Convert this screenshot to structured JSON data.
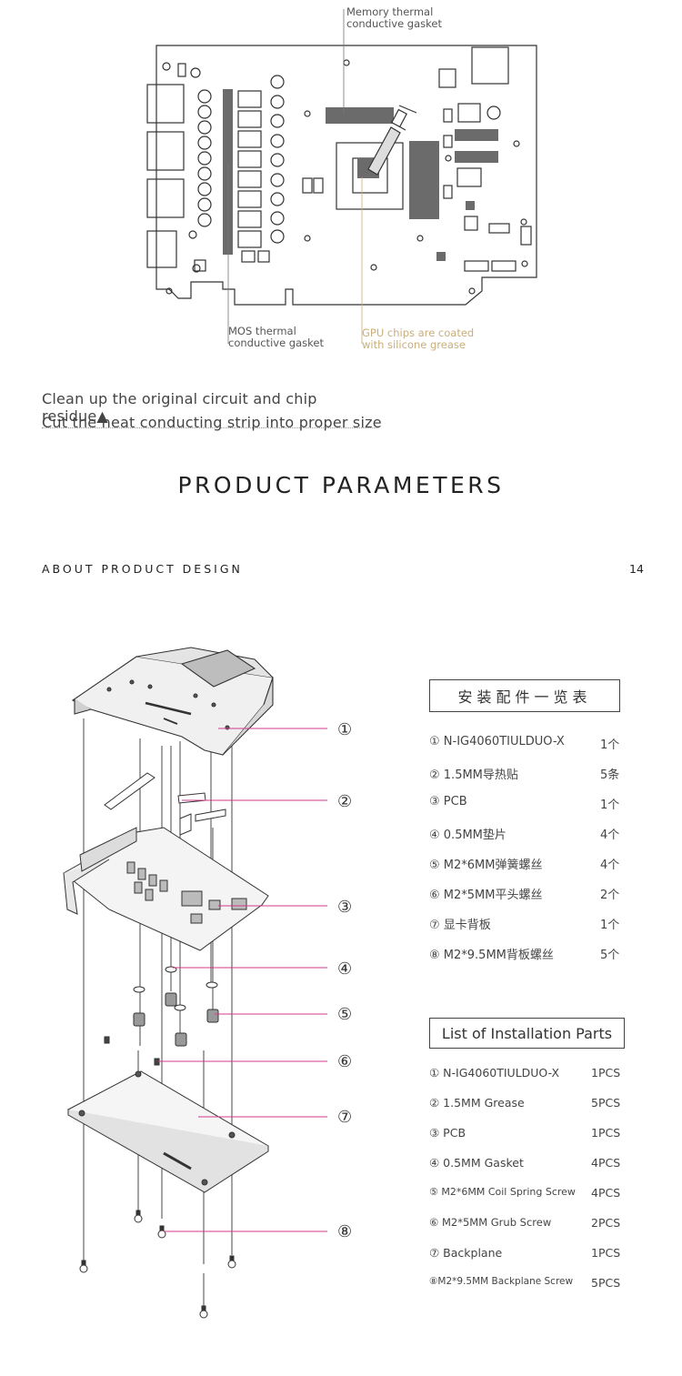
{
  "pcb_callouts": {
    "memory": [
      "Memory thermal",
      "conductive gasket"
    ],
    "mos": [
      "MOS thermal",
      "conductive gasket"
    ],
    "gpu": [
      "GPU chips are coated",
      "with silicone grease"
    ]
  },
  "notes": [
    "Clean up the original circuit and chip residue▲",
    "Cut the heat conducting strip into proper size"
  ],
  "section_title": "PRODUCT PARAMETERS",
  "sub_header": "ABOUT PRODUCT DESIGN",
  "page_number": "14",
  "callout_numbers": [
    "①",
    "②",
    "③",
    "④",
    "⑤",
    "⑥",
    "⑦",
    "⑧"
  ],
  "parts_cn": {
    "title": "安装配件一览表",
    "items": [
      {
        "name": "① N-IG4060TIULDUO-X",
        "qty": "1个"
      },
      {
        "name": "② 1.5MM导热贴",
        "qty": "5条"
      },
      {
        "name": "③  PCB",
        "qty": "1个"
      },
      {
        "name": "④  0.5MM垫片",
        "qty": "4个"
      },
      {
        "name": "⑤ M2*6MM弹簧螺丝",
        "qty": "4个"
      },
      {
        "name": "⑥ M2*5MM平头螺丝",
        "qty": "2个"
      },
      {
        "name": "⑦  显卡背板",
        "qty": "1个"
      },
      {
        "name": "⑧ M2*9.5MM背板螺丝",
        "qty": "5个"
      }
    ]
  },
  "parts_en": {
    "title": "List of Installation Parts",
    "items": [
      {
        "name": "① N-IG4060TIULDUO-X",
        "qty": "1PCS"
      },
      {
        "name": "② 1.5MM Grease",
        "qty": "5PCS"
      },
      {
        "name": "③  PCB",
        "qty": "1PCS"
      },
      {
        "name": "④ 0.5MM Gasket",
        "qty": "4PCS"
      },
      {
        "name": "⑤ M2*6MM Coil Spring Screw",
        "qty": "4PCS"
      },
      {
        "name": "⑥ M2*5MM Grub Screw",
        "qty": "2PCS"
      },
      {
        "name": "⑦  Backplane",
        "qty": "1PCS"
      },
      {
        "name": "⑧M2*9.5MM Backplane Screw",
        "qty": "5PCS"
      }
    ]
  },
  "colors": {
    "callout_gold": "#c8ae7a",
    "leader_pink": "#d13a8e",
    "pad_gray": "#6b6b6b"
  }
}
